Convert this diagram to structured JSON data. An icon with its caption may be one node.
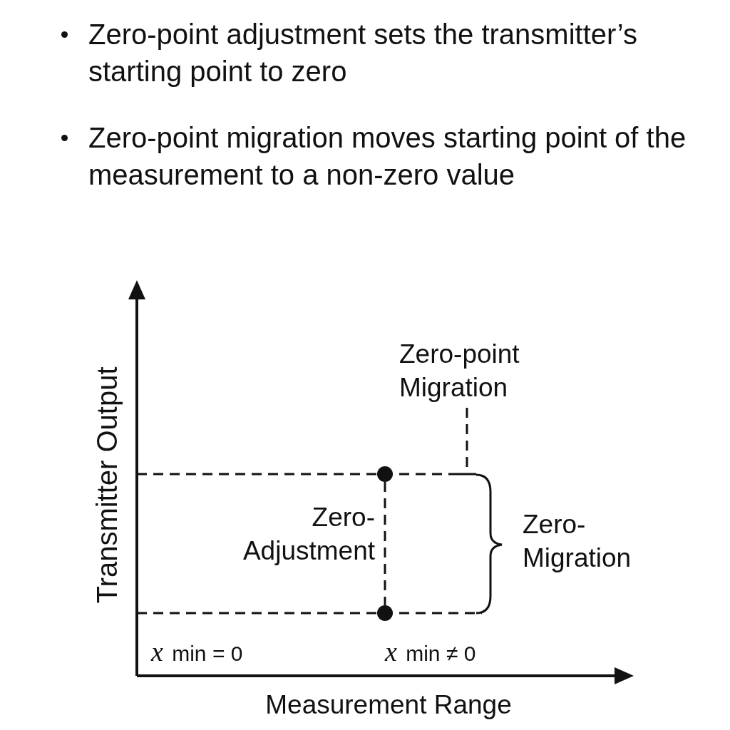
{
  "diagram": {
    "nodes": [
      {
        "text": [
          "Zero-point Migration"
        ]
      },
      {
        "text": [],
        "shape": "circle"
      },
      {
        "text": [],
        "shape": "circle"
      },
      {
        "text": [
          "Zero- Adjustment"
        ]
      }
    ],
    "edges": [
      {
        "from": 1,
        "to": 2,
        "arrow": "none",
        "style": "dashed"
      },
      {
        "from": 0,
        "to": null,
        "arrow": "none",
        "style": "dashed"
      }
    ],
    "labels": [
      "Zero-point adjustment sets the transmitter’s starting point to zero",
      "Zero-point migration moves starting point of the measurement to a non-zero value",
      "Zero- Migration",
      "*x* min = 0",
      "*x* min ≠ 0",
      "Transmitter Output",
      "Measurement Range"
    ]
  }
}
